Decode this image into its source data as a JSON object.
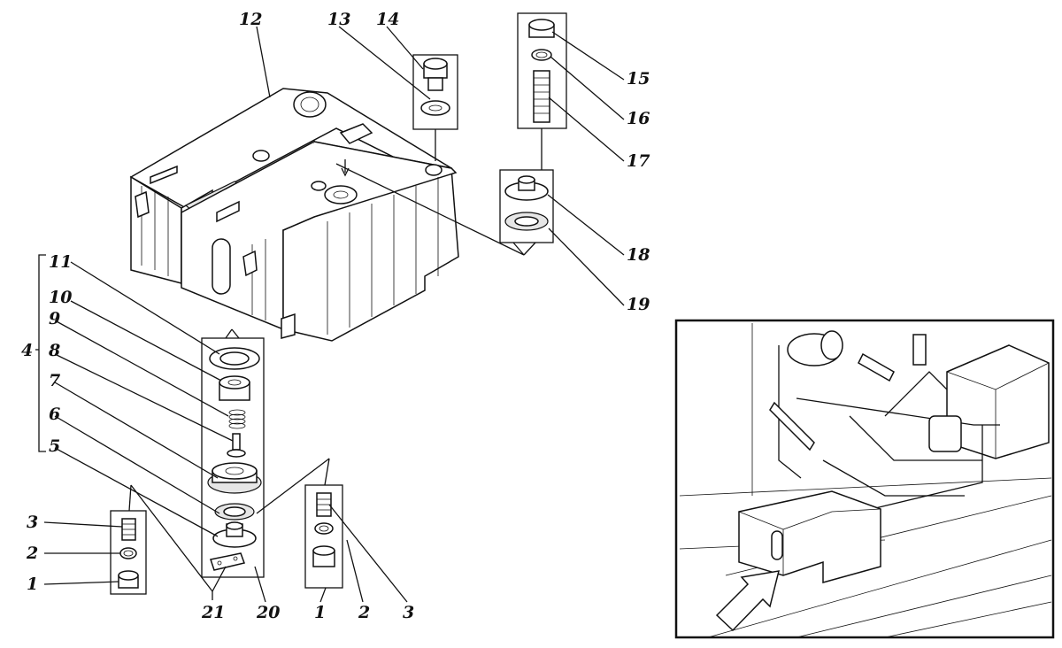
{
  "callouts": {
    "n1a": "1",
    "n2a": "2",
    "n3a": "3",
    "n4": "4",
    "n5": "5",
    "n6": "6",
    "n7": "7",
    "n8": "8",
    "n9": "9",
    "n10": "10",
    "n11": "11",
    "n12": "12",
    "n13": "13",
    "n14": "14",
    "n15": "15",
    "n16": "16",
    "n17": "17",
    "n18": "18",
    "n19": "19",
    "n20": "20",
    "n21": "21",
    "n1b": "1",
    "n2b": "2",
    "n3b": "3"
  }
}
